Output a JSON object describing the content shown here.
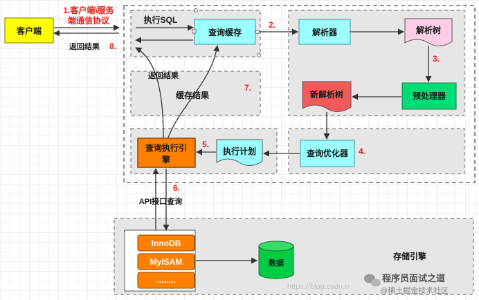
{
  "nodes": {
    "client": "客户端",
    "query_cache": "查询缓存",
    "parser": "解析器",
    "parse_tree": "解析树",
    "preprocessor": "预处理器",
    "new_parse_tree": "新解析树",
    "query_optimizer": "查询优化器",
    "execution_plan": "执行计划",
    "query_engine_line1": "查询执行引",
    "query_engine_line2": "擎",
    "innodb": "InnoDB",
    "myisam": "MyISAM",
    "more_engines": "........",
    "data": "数据",
    "storage_engine": "存储引擎"
  },
  "labels": {
    "protocol_line1": "1.客户端\\服务",
    "protocol_line2": "端通信协议",
    "return_result_client": "返回结果",
    "step8": "8.",
    "exec_sql": "执行SQL",
    "step2": "2.",
    "step3": "3.",
    "return_result_inner": "返回结果",
    "step7": "7.",
    "cache_result": "缓存结果",
    "step5": "5.",
    "step4": "4.",
    "step6": "6.",
    "api_query": "API接口查询"
  },
  "watermark": {
    "url": "https://blog.csdn.n",
    "brand_line1": "程序员面试之道",
    "brand_line2": "@稀土掘金技术社区"
  },
  "colors": {
    "client_fill": "#ffff00",
    "cyan_fill": "#99ffff",
    "pink_fill": "#ffcce6",
    "green_fill": "#00dd77",
    "red_fill": "#f25a5a",
    "orange_fill": "#ff8000",
    "data_green": "#00cc44",
    "region_fill": "#e6e6e6",
    "accent_red": "#e8201a"
  }
}
